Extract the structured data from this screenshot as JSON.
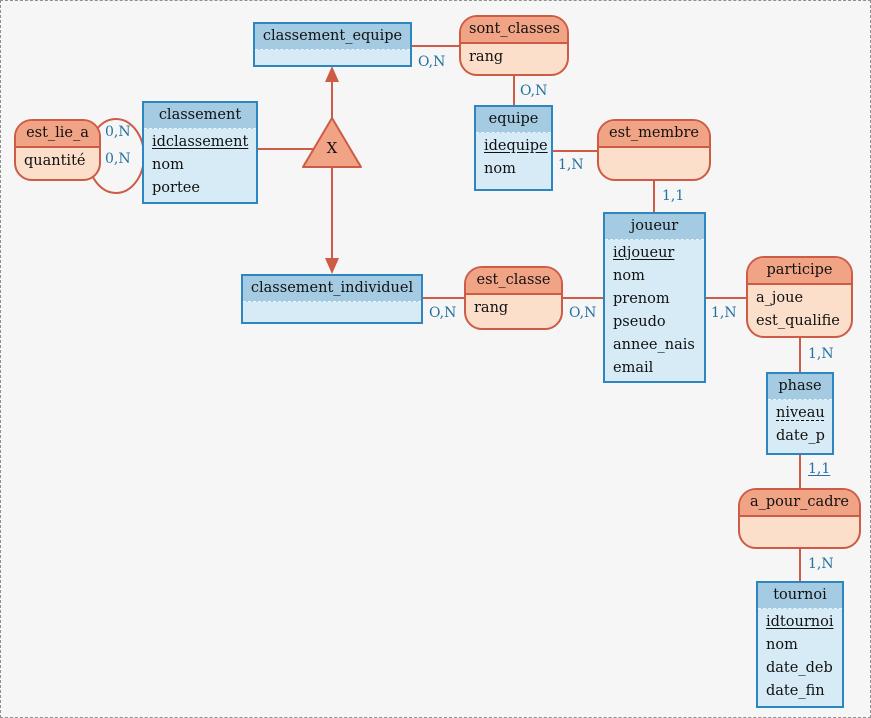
{
  "diagram_type": "merise-mcd-entity-relationship",
  "colors": {
    "background": "#f5f6f5",
    "entity_border": "#2e86c1",
    "entity_header_fill": "#a4cbe2",
    "entity_body_fill": "#d7ebf6",
    "relation_border": "#cd5b45",
    "relation_header_fill": "#f1a385",
    "relation_body_fill": "#fcdfca",
    "link_line": "#cd5b45",
    "cardinality_text": "#2471a3",
    "attribute_text": "#111111"
  },
  "constraint": {
    "label": "X"
  },
  "entities": [
    {
      "name": "classement",
      "attributes": [
        "idclassement",
        "nom",
        "portee"
      ]
    },
    {
      "name": "classement_equipe",
      "attributes": []
    },
    {
      "name": "equipe",
      "attributes": [
        "idequipe",
        "nom"
      ]
    },
    {
      "name": "joueur",
      "attributes": [
        "idjoueur",
        "nom",
        "prenom",
        "pseudo",
        "annee_nais",
        "email"
      ]
    },
    {
      "name": "classement_individuel",
      "attributes": []
    },
    {
      "name": "phase",
      "attributes": [
        "niveau",
        "date_p"
      ]
    },
    {
      "name": "tournoi",
      "attributes": [
        "idtournoi",
        "nom",
        "date_deb",
        "date_fin"
      ]
    }
  ],
  "relations": [
    {
      "name": "est_lie_a",
      "attributes": [
        "quantité"
      ]
    },
    {
      "name": "sont_classes",
      "attributes": [
        "rang"
      ]
    },
    {
      "name": "est_membre",
      "attributes": []
    },
    {
      "name": "est_classe",
      "attributes": [
        "rang"
      ]
    },
    {
      "name": "participe",
      "attributes": [
        "a_joue",
        "est_qualifie"
      ]
    },
    {
      "name": "a_pour_cadre",
      "attributes": []
    }
  ],
  "cards": [
    "0,N",
    "0,N",
    "O,N",
    "O,N",
    "1,N",
    "1,1",
    "1,N",
    "1,N",
    "1,1",
    "1,N",
    "O,N",
    "O,N"
  ]
}
